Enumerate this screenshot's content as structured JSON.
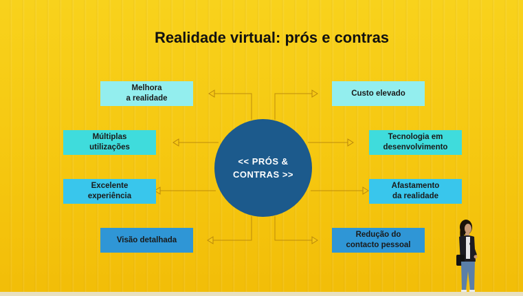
{
  "title": "Realidade virtual: prós e contras",
  "center": {
    "label": "<< PRÓS &\nCONTRAS >>"
  },
  "pros": [
    {
      "label": "Melhora\na realidade"
    },
    {
      "label": "Múltiplas\nutilizações"
    },
    {
      "label": "Excelente\nexperiência"
    },
    {
      "label": "Visão detalhada"
    }
  ],
  "contras": [
    {
      "label": "Custo elevado"
    },
    {
      "label": "Tecnologia em\ndesenvolvimento"
    },
    {
      "label": "Afastamento\nda realidade"
    },
    {
      "label": "Redução do\ncontacto pessoal"
    }
  ],
  "colors": {
    "background": "#f6c814",
    "center": "#1c5a8c",
    "box_light": "#93eeee",
    "box_teal": "#3fdcdc",
    "box_sky": "#39c6ec",
    "box_blue": "#2f96d6"
  }
}
